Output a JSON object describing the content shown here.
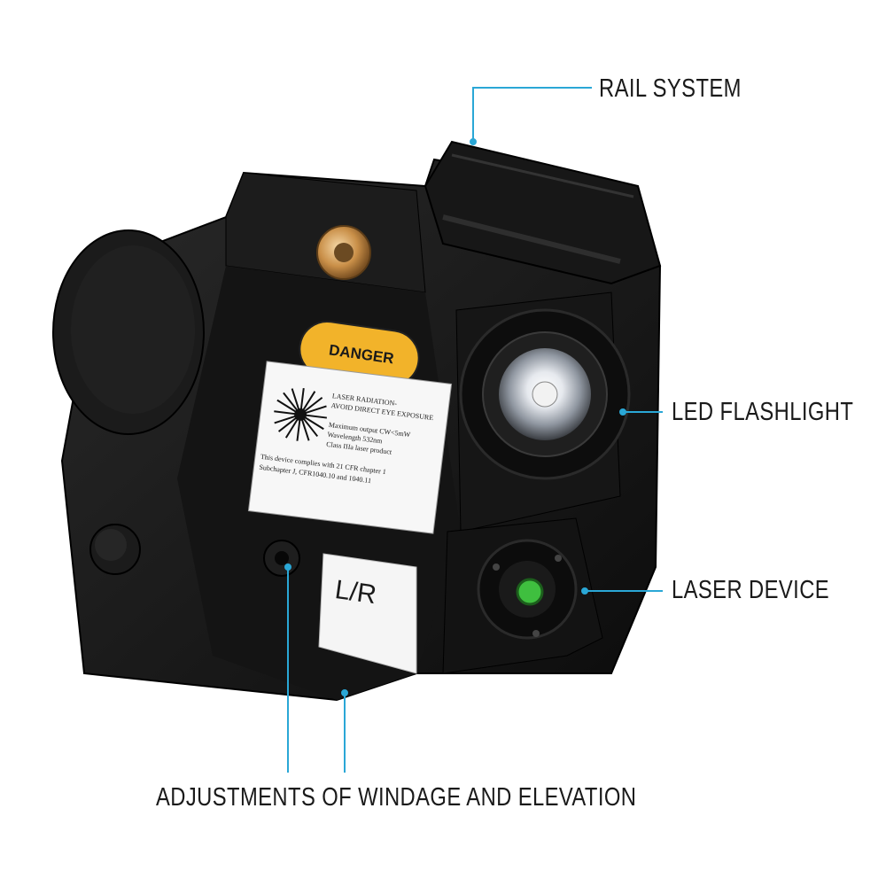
{
  "callouts": {
    "rail_system": "RAIL SYSTEM",
    "led_flashlight": "LED FLASHLIGHT",
    "laser_device": "LASER DEVICE",
    "adjustments": "ADJUSTMENTS OF WINDAGE AND ELEVATION"
  },
  "device": {
    "danger_badge": "DANGER",
    "warning_label": {
      "line1": "LASER RADIATION-",
      "line2": "AVOID DIRECT EYE EXPOSURE",
      "line3": "Maximum output CW<5mW",
      "line4": "Wavelength 532nm",
      "line5": "Class IIIa laser product",
      "line6": "This device complies with 21 CFR chapter 1",
      "line7": "Subchapter J, CFR1040.10 and 1040.11"
    },
    "adjust_tag": "L/R"
  },
  "colors": {
    "leader_line": "#2aa7d6",
    "body": "#151515",
    "badge": "#f2b32a",
    "laser_lens": "#3fbf3f"
  }
}
